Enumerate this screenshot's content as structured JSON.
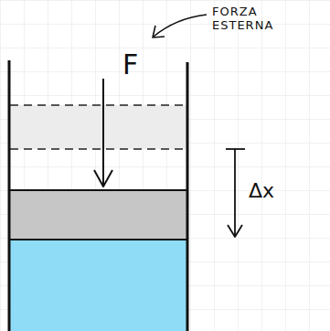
{
  "diagram": {
    "labels": [
      "FORZA ESTERNA",
      "F",
      "Δx"
    ]
  }
}
